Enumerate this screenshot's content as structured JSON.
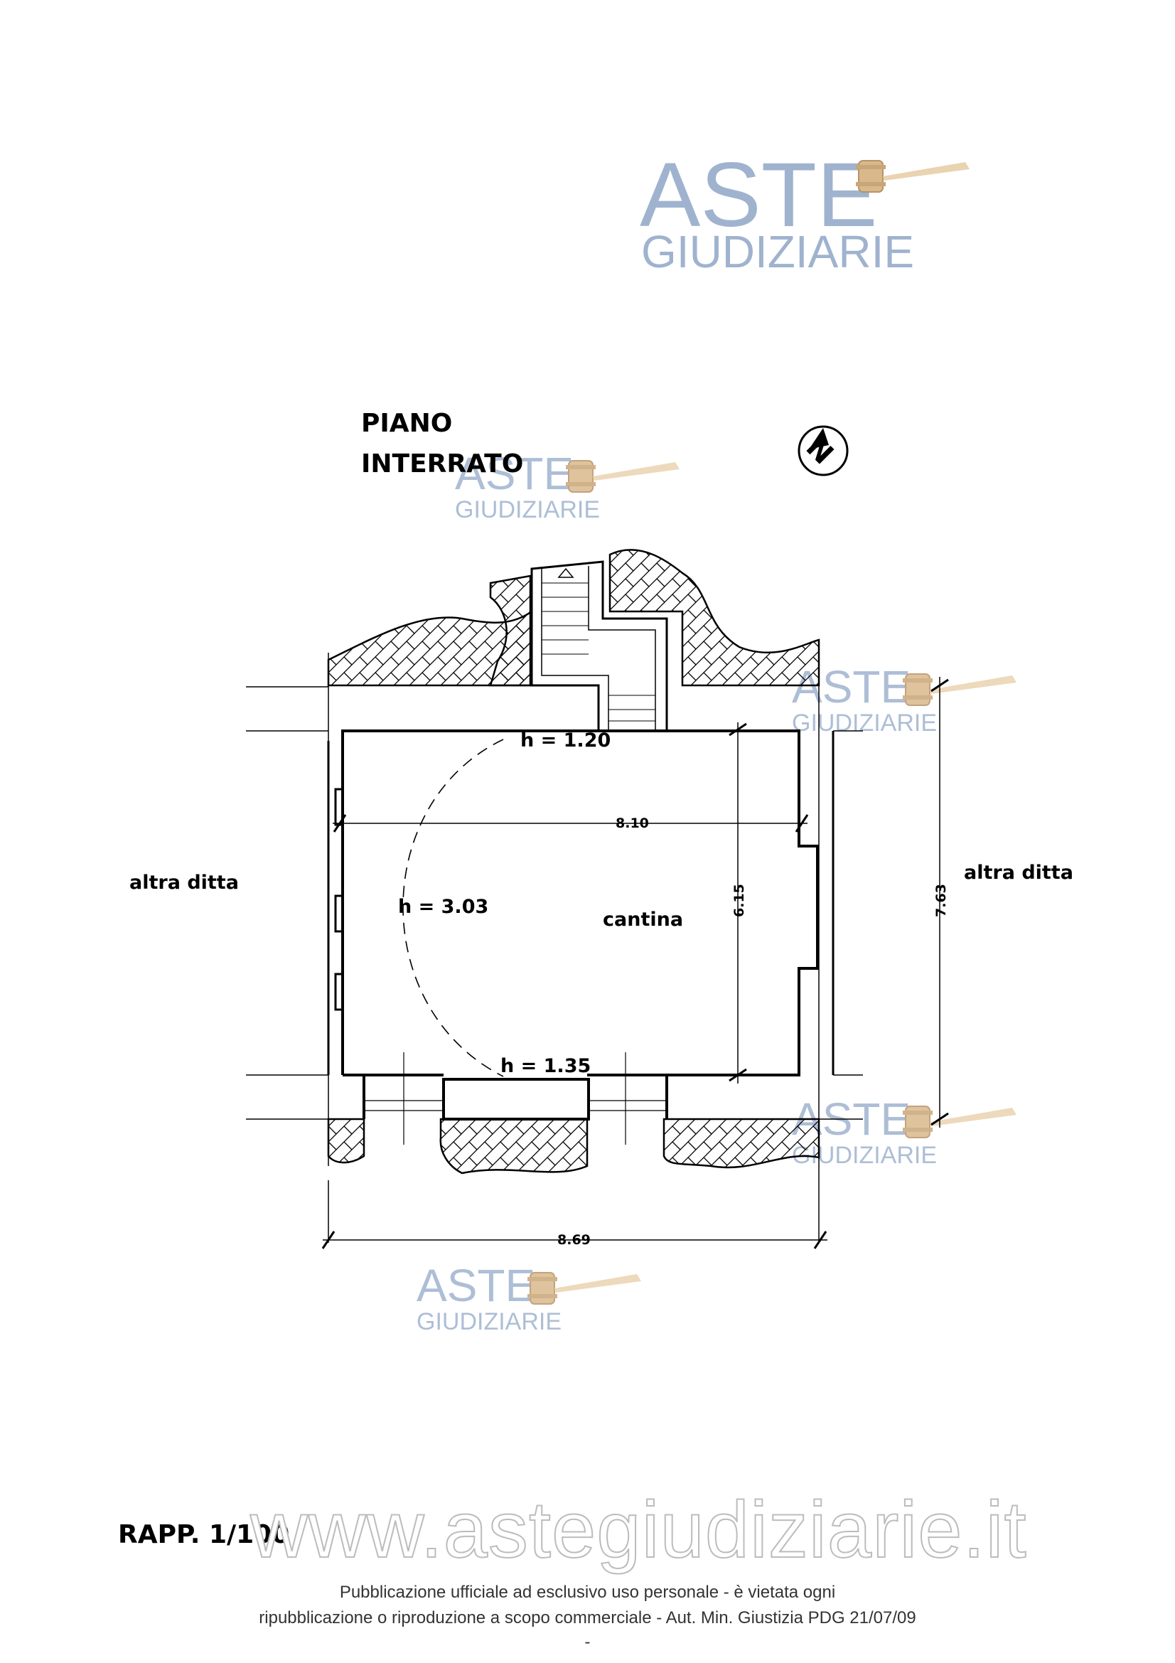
{
  "title": {
    "line1": "PIANO",
    "line2": "INTERRATO"
  },
  "north_arrow": {
    "icon": "north-arrow-icon",
    "letter": "N"
  },
  "rooms": {
    "cantina": "cantina"
  },
  "heights": {
    "top": "h = 1.20",
    "arc": "h = 3.03",
    "bottom": "h = 1.35"
  },
  "dimensions": {
    "inner_width": "8.10",
    "inner_depth": "6.15",
    "outer_depth": "7.63",
    "outer_width": "8.69"
  },
  "neighbors": {
    "left": "altra ditta",
    "right": "altra ditta"
  },
  "scale": "RAPP. 1/100",
  "watermark": {
    "brand_line1": "ASTE",
    "brand_line2": "GIUDIZIARIE",
    "url": "www.astegiudiziarie.it",
    "icon": "gavel-icon"
  },
  "footer": {
    "line1": "Pubblicazione ufficiale ad esclusivo uso personale - è vietata ogni",
    "line2": "ripubblicazione o riproduzione a scopo commerciale - Aut. Min. Giustizia PDG 21/07/09",
    "line3": "-"
  },
  "colors": {
    "watermark_blue": "#9fb3cf",
    "gavel": "#d9b98c",
    "hatch": "#000000"
  }
}
